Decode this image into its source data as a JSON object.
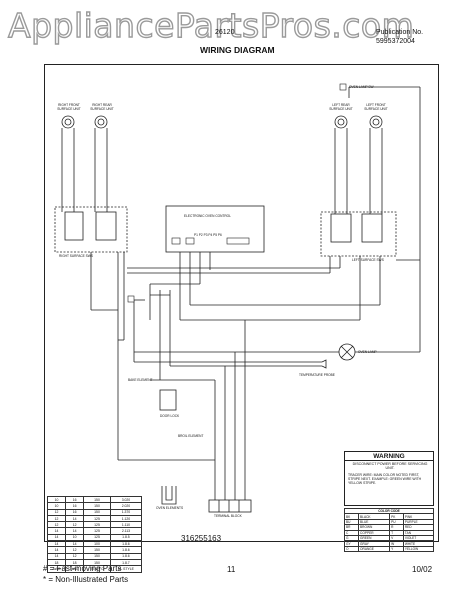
{
  "watermark": "AppliancePartsPros.com",
  "header": {
    "left_code": "26120",
    "publication_label": "Publication No.",
    "publication_number": "5995372004",
    "title": "WIRING DIAGRAM"
  },
  "labels": {
    "right_front_element": "RIGHT FRONT SURFACE UNIT",
    "right_rear_element": "RIGHT REAR SURFACE UNIT",
    "left_rear_element": "LEFT REAR SURFACE UNIT",
    "left_front_element": "LEFT FRONT SURFACE UNIT",
    "oven_lamp_switch": "OVEN LAMP SW",
    "right_infinite_switch": "RIGHT SURFACE SWS",
    "left_infinite_switch": "LEFT SURFACE SWS",
    "clock": "ELECTRONIC OVEN CONTROL",
    "clock_pins": "P1 P2 P3 P4 P5 P6",
    "oven_lamp": "OVEN LAMP",
    "temperature_probe": "TEMPERATURE PROBE",
    "door_lock": "DOOR LOCK",
    "bake_element": "BAKE ELEMENT",
    "broil_element": "BROIL ELEMENT",
    "terminal_block": "TERMINAL BLOCK",
    "oven_elements": "OVEN ELEMENTS"
  },
  "warning": {
    "title": "WARNING",
    "text": "DISCONNECT POWER BEFORE SERVICING UNIT.",
    "tracer": "TRACER WIRE: MAIN COLOR NOTED FIRST, STRIPE NEXT. EXAMPLE: GREEN WIRE WITH YELLOW STRIPE."
  },
  "color_code": {
    "title": "COLOR CODE",
    "rows": [
      [
        "BK",
        "BLACK",
        "PK",
        "PINK"
      ],
      [
        "BU",
        "BLUE",
        "PU",
        "PURPLE"
      ],
      [
        "BR",
        "BROWN",
        "R",
        "RED"
      ],
      [
        "C",
        "COPPER",
        "T",
        "TAN"
      ],
      [
        "G",
        "GREEN",
        "V",
        "VIOLET"
      ],
      [
        "GY",
        "GRAY",
        "W",
        "WHITE"
      ],
      [
        "O",
        "ORANGE",
        "Y",
        "YELLOW"
      ]
    ]
  },
  "wire_table": {
    "rows": [
      [
        "10",
        "16",
        "150",
        "3.020"
      ],
      [
        "10",
        "16",
        "150",
        "2.020"
      ],
      [
        "12",
        "16",
        "150",
        "1.370"
      ],
      [
        "12",
        "14",
        "125",
        "1.120"
      ],
      [
        "12",
        "12",
        "125",
        "1.110"
      ],
      [
        "14",
        "14",
        "125",
        "2.113"
      ],
      [
        "14",
        "10",
        "125",
        "1.8.5"
      ],
      [
        "14",
        "14",
        "100",
        "1.8.6"
      ],
      [
        "14",
        "12",
        "150",
        "1.8.6"
      ],
      [
        "14",
        "12",
        "150",
        "1.8.6"
      ],
      [
        "18",
        "18",
        "150",
        "1.8.7"
      ],
      [
        "AWG",
        "AWG",
        "TEMP°C",
        "UL STYLE"
      ]
    ]
  },
  "part_number": "316255163",
  "footer": {
    "legend_fast": "# = Fast-moving Parts",
    "legend_non": "* = Non-Illustrated Parts",
    "page": "11",
    "date": "10/02"
  }
}
